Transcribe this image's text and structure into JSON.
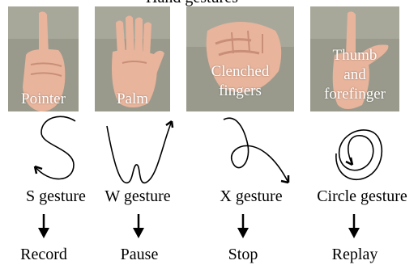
{
  "figure": {
    "caption_fragment": "Hand gestures"
  },
  "columns": [
    {
      "hand_label": "Pointer",
      "gesture_label": "S gesture",
      "gesture_icon": "s-shaped-stroke",
      "action_label": "Record"
    },
    {
      "hand_label": "Palm",
      "gesture_label": "W gesture",
      "gesture_icon": "w-shaped-stroke",
      "action_label": "Pause"
    },
    {
      "hand_label_line1": "Clenched",
      "hand_label_line2": "fingers",
      "gesture_label": "X gesture",
      "gesture_icon": "x-shaped-stroke",
      "action_label": "Stop"
    },
    {
      "hand_label_line1": "Thumb",
      "hand_label_line2": "and",
      "hand_label_line3": "forefinger",
      "gesture_label": "Circle gesture",
      "gesture_icon": "circle-stroke",
      "action_label": "Replay"
    }
  ],
  "colors": {
    "photo_background": "#9a9a8c",
    "skin": "#e8b49c",
    "skin_shadow": "#c98e78",
    "stroke": "#000000"
  }
}
